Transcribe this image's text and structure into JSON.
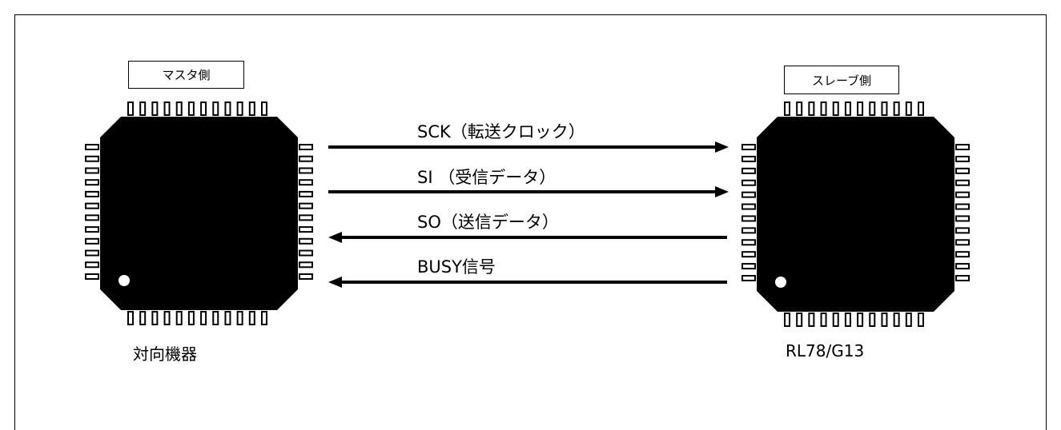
{
  "master": {
    "role_label": "マスタ側",
    "chip_label": "対向機器"
  },
  "slave": {
    "role_label": "スレーブ側",
    "chip_label": "RL78/G13"
  },
  "signals": [
    {
      "label": "SCK（転送クロック）",
      "direction": "right"
    },
    {
      "label": "SI （受信データ）",
      "direction": "right"
    },
    {
      "label": "SO（送信データ）",
      "direction": "left"
    },
    {
      "label": "BUSY信号",
      "direction": "left"
    }
  ],
  "colors": {
    "chip": "#000000",
    "pin": "#000000",
    "background": "#ffffff"
  }
}
